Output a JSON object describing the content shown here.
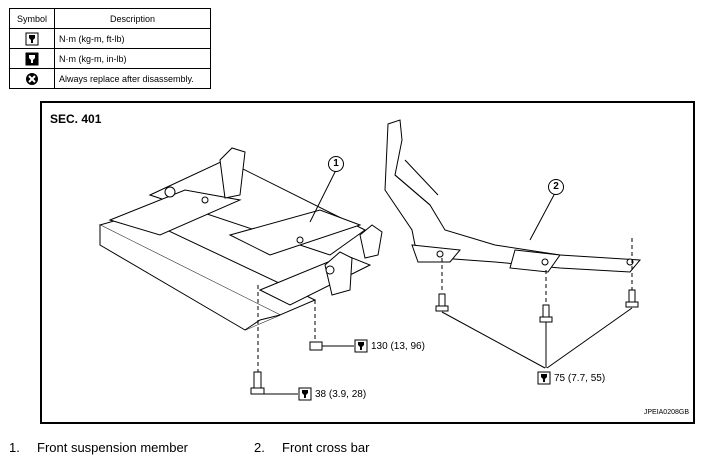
{
  "legend": {
    "header_symbol": "Symbol",
    "header_description": "Description",
    "rows": [
      {
        "icon": "torque-wrench-icon",
        "description": "N·m (kg-m, ft-lb)"
      },
      {
        "icon": "torque-wrench-small-icon",
        "description": "N·m (kg-m, in-lb)"
      },
      {
        "icon": "replace-x-icon",
        "description": "Always replace after disassembly."
      }
    ]
  },
  "diagram": {
    "section": "SEC. 401",
    "figure_code": "JPEIA0208GB",
    "callouts": [
      "1",
      "2"
    ],
    "torques": [
      "130 (13, 96)",
      "38 (3.9, 28)",
      "75 (7.7, 55)"
    ]
  },
  "footer": {
    "items": [
      {
        "num": "1.",
        "label": "Front suspension member"
      },
      {
        "num": "2.",
        "label": "Front cross bar"
      }
    ]
  }
}
